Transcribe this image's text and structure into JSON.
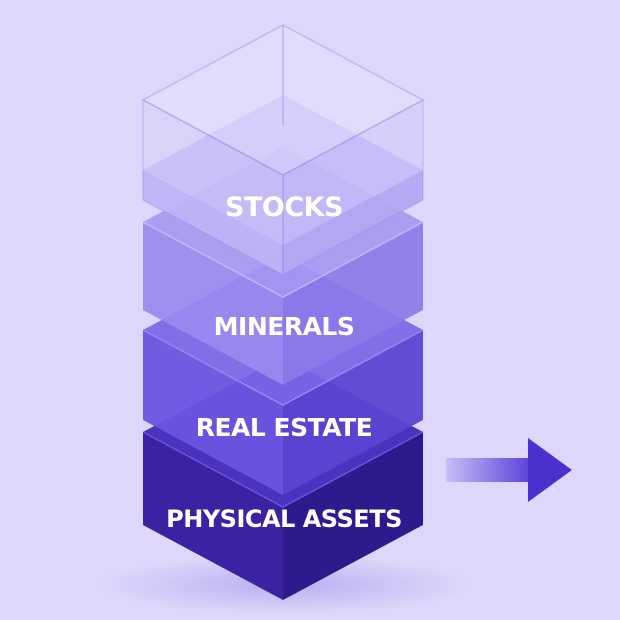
{
  "diagram": {
    "layers": [
      {
        "id": "stocks",
        "label": "STOCKS"
      },
      {
        "id": "minerals",
        "label": "MINERALS"
      },
      {
        "id": "real-estate",
        "label": "REAL ESTATE"
      },
      {
        "id": "physical-assets",
        "label": "PHYSICAL ASSETS"
      }
    ]
  },
  "colors": {
    "background": "#ddd8fb",
    "stocks": "#b9aef5",
    "minerals": "#9a89ee",
    "real_estate": "#6b55e0",
    "physical_assets": "#3d24a8",
    "arrow": "#4a30cf"
  },
  "icons": {
    "arrow": "arrow-right-icon"
  }
}
